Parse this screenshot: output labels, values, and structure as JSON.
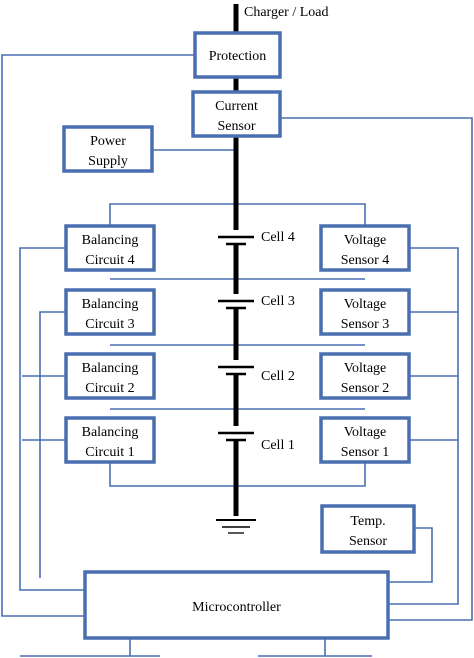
{
  "top_label": "Charger / Load",
  "blocks": {
    "protection": "Protection",
    "current_sensor": [
      "Current",
      "Sensor"
    ],
    "power_supply": [
      "Power",
      "Supply"
    ],
    "balancing_4": [
      "Balancing",
      "Circuit 4"
    ],
    "balancing_3": [
      "Balancing",
      "Circuit 3"
    ],
    "balancing_2": [
      "Balancing",
      "Circuit 2"
    ],
    "balancing_1": [
      "Balancing",
      "Circuit 1"
    ],
    "voltage_4": [
      "Voltage",
      "Sensor 4"
    ],
    "voltage_3": [
      "Voltage",
      "Sensor 3"
    ],
    "voltage_2": [
      "Voltage",
      "Sensor 2"
    ],
    "voltage_1": [
      "Voltage",
      "Sensor 1"
    ],
    "temp_sensor": [
      "Temp.",
      "Sensor"
    ],
    "microcontroller": "Microcontroller"
  },
  "cells": [
    "Cell 4",
    "Cell 3",
    "Cell 2",
    "Cell 1"
  ],
  "colors": {
    "block_border": "#4a6fb0",
    "wire": "#4a6fb0",
    "bus": "#000000"
  }
}
